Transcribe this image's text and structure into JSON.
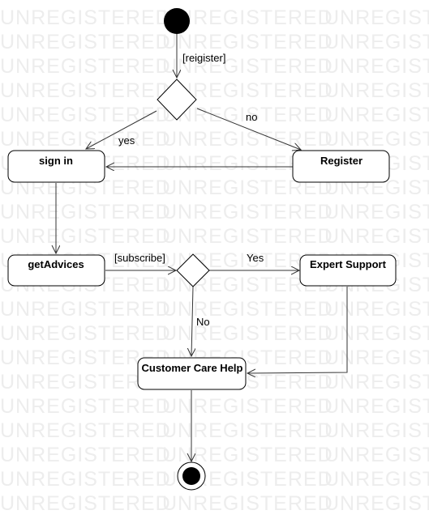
{
  "watermark": "UNREGISTERED",
  "nodes": {
    "sign_in": "sign in",
    "register": "Register",
    "get_advices": "getAdvices",
    "expert_support": "Expert Support",
    "customer_care_help": "Customer Care Help"
  },
  "edge_labels": {
    "reigister": "[reigister]",
    "yes_lower": "yes",
    "no_lower": "no",
    "subscribe": "[subscribe]",
    "yes_upper": "Yes",
    "no_upper": "No"
  },
  "colors": {
    "watermark": "#ededed",
    "stroke": "#000000",
    "fill": "#ffffff"
  }
}
